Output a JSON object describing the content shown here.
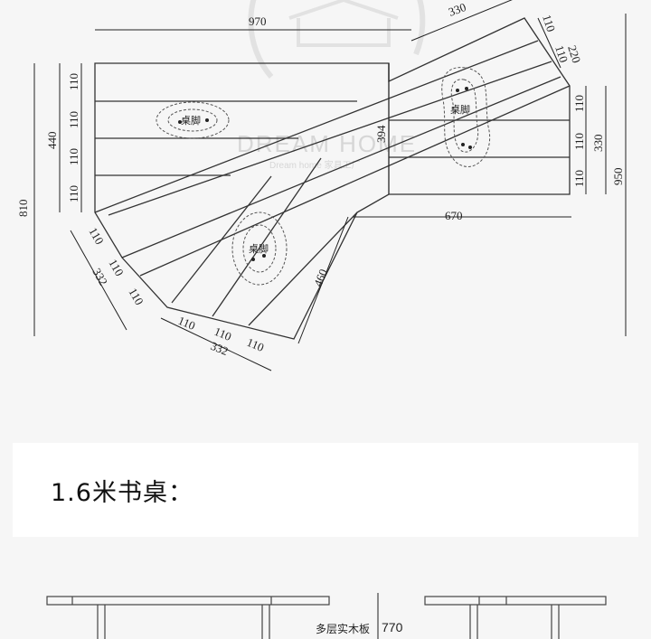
{
  "watermark": {
    "brand": "DREAM HOME",
    "sub": "Dream home 家具工厂"
  },
  "dims": {
    "top_width": "970",
    "top_right": "330",
    "right_220": "220",
    "right_110_a": "110",
    "right_110_b": "110",
    "left_total": "810",
    "left_440": "440",
    "left_110_1": "110",
    "left_110_2": "110",
    "left_110_3": "110",
    "left_110_4": "110",
    "center_394": "394",
    "right_330": "330",
    "right_110_1": "110",
    "right_110_2": "110",
    "right_110_3": "110",
    "right_total": "950",
    "mid_670": "670",
    "diag_460": "460",
    "low_left_110_1": "110",
    "low_left_110_2": "110",
    "low_left_332": "332",
    "low_left_110_3": "110",
    "bottom_110_1": "110",
    "bottom_110_2": "110",
    "bottom_110_3": "110",
    "bottom_332": "332"
  },
  "labels": {
    "leg_1": "桌脚",
    "leg_2": "桌脚",
    "leg_3": "桌脚"
  },
  "section_title": "1.6米书桌：",
  "elevation": {
    "material": "多层实木板",
    "height": "770"
  }
}
